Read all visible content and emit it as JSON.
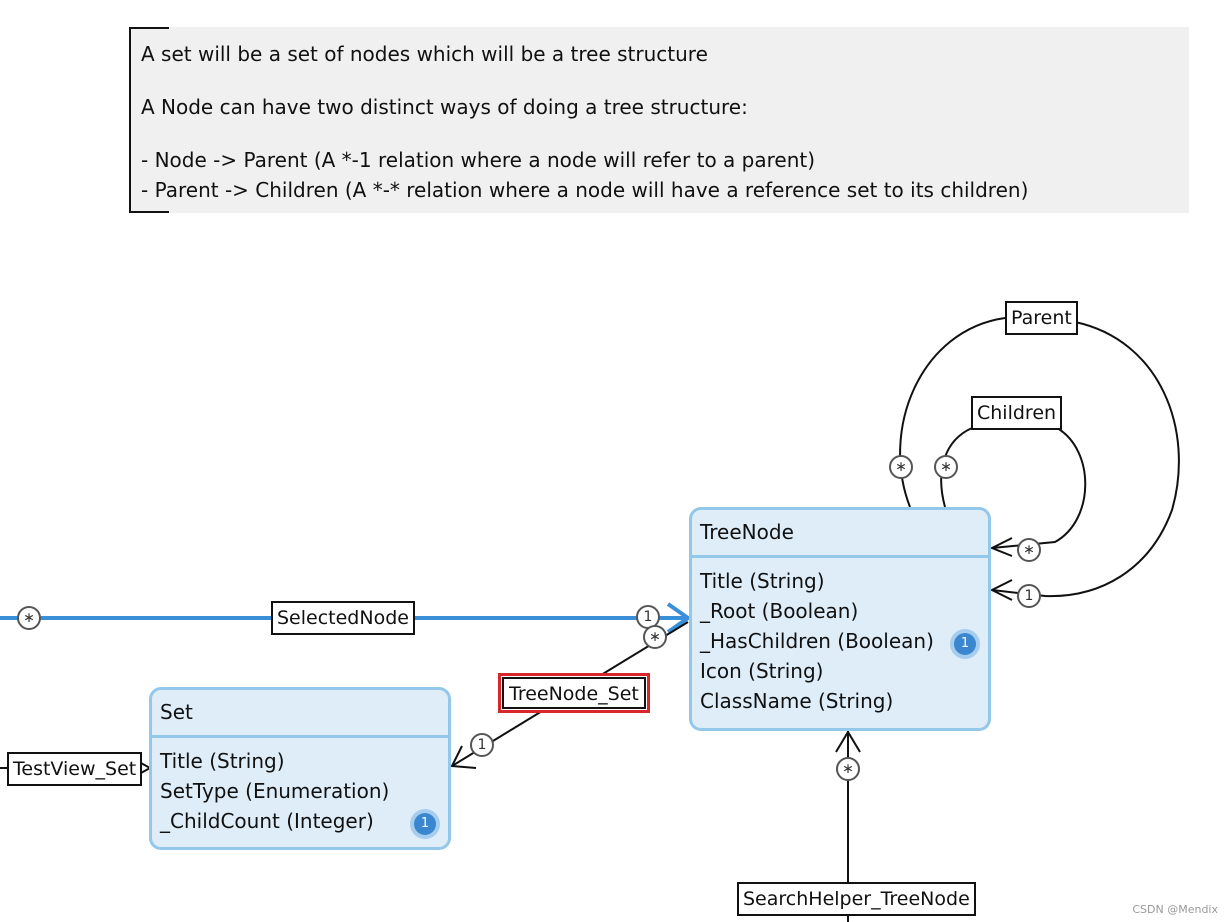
{
  "note": {
    "lines": [
      "A set will be a set of nodes which will be a tree structure",
      "A Node can have two distinct ways of doing a tree structure:",
      "- Node -> Parent (A *-1 relation where a node will refer to a parent)",
      "- Parent -> Children (A *-* relation where a node will have a reference set to its children)"
    ]
  },
  "entities": {
    "treenode": {
      "title": "TreeNode",
      "attributes": [
        "Title (String)",
        "_Root (Boolean)",
        "_HasChildren (Boolean)",
        "Icon (String)",
        "ClassName (String)"
      ],
      "badge": "1"
    },
    "set": {
      "title": "Set",
      "attributes": [
        "Title (String)",
        "SetType (Enumeration)",
        "_ChildCount (Integer)"
      ],
      "badge": "1"
    }
  },
  "associations": {
    "parent": "Parent",
    "children": "Children",
    "selected_node": "SelectedNode",
    "treenode_set": "TreeNode_Set",
    "testview_set": "TestView_Set",
    "searchhelper_treenode": "SearchHelper_TreeNode"
  },
  "multiplicities": {
    "many": "∗",
    "one": "1"
  },
  "colors": {
    "entity_fill": "#deedf8",
    "entity_border": "#93c8ea",
    "selected_line": "#3a8fd9",
    "selected_label_border": "#d8262b",
    "note_fill": "#f0f0f0"
  },
  "watermark": "CSDN @Mendix"
}
